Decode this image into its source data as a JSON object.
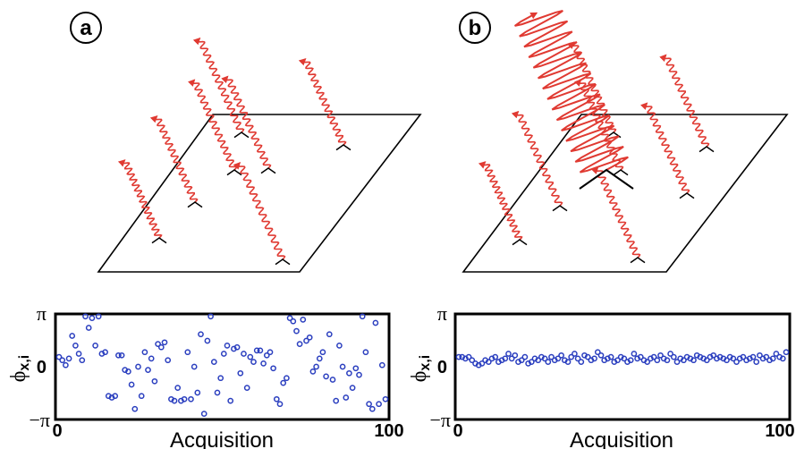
{
  "panels": [
    {
      "label": "a",
      "y_ticks": [
        "π",
        "0",
        "−π"
      ],
      "x_ticks": [
        "0",
        "100"
      ],
      "xlabel": "Acquisition",
      "ylabel": "ϕ",
      "ylabel_sub": "x,i"
    },
    {
      "label": "b",
      "y_ticks": [
        "π",
        "0",
        "−π"
      ],
      "x_ticks": [
        "0",
        "100"
      ],
      "xlabel": "Acquisition",
      "ylabel": "ϕ",
      "ylabel_sub": "x,i"
    }
  ],
  "colors": {
    "wave": "#e03a32",
    "marker": "#2b3fbf",
    "line": "#000000"
  },
  "chart_data": [
    {
      "type": "scatter",
      "xlim": [
        0,
        100
      ],
      "ylim": [
        -3.1416,
        3.1416
      ],
      "x_tick_labels": [
        "0",
        "100"
      ],
      "y_tick_labels": [
        "−π",
        "0",
        "π"
      ],
      "xlabel": "Acquisition",
      "ylabel": "ϕx,i",
      "y": [
        0.6,
        0.4,
        0.1,
        0.5,
        1.9,
        1.3,
        0.8,
        0.4,
        3.1,
        2.4,
        3.0,
        1.3,
        3.1,
        0.8,
        0.9,
        -1.8,
        -1.9,
        -1.8,
        0.7,
        0.7,
        -0.2,
        -0.3,
        -1.1,
        -2.6,
        0.0,
        -1.8,
        0.9,
        -0.2,
        0.5,
        -0.9,
        1.4,
        1.2,
        1.5,
        0.4,
        -2.0,
        -2.1,
        -1.3,
        -2.1,
        -2.0,
        0.9,
        -2.0,
        0.0,
        -1.6,
        2.0,
        -2.9,
        1.6,
        3.1,
        0.3,
        -1.6,
        -0.7,
        0.8,
        1.3,
        -2.1,
        1.1,
        1.2,
        -0.4,
        0.8,
        -1.3,
        0.6,
        0.3,
        1.0,
        1.0,
        0.2,
        0.7,
        0.9,
        -0.1,
        -2.0,
        -2.3,
        -1.0,
        -0.7,
        3.0,
        2.8,
        2.2,
        1.4,
        2.9,
        1.6,
        1.8,
        -0.3,
        0.0,
        0.5,
        0.9,
        -0.6,
        2.0,
        -0.8,
        -2.1,
        1.3,
        0.0,
        -1.9,
        -0.4,
        -1.3,
        -0.1,
        -0.5,
        3.1,
        0.9,
        -2.3,
        -2.6,
        2.7,
        -2.3,
        0.1,
        -2.0
      ]
    },
    {
      "type": "scatter",
      "xlim": [
        0,
        100
      ],
      "ylim": [
        -3.1416,
        3.1416
      ],
      "x_tick_labels": [
        "0",
        "100"
      ],
      "y_tick_labels": [
        "−π",
        "0",
        "π"
      ],
      "xlabel": "Acquisition",
      "ylabel": "ϕx,i",
      "y": [
        0.6,
        0.6,
        0.5,
        0.6,
        0.4,
        0.2,
        0.1,
        0.2,
        0.4,
        0.3,
        0.5,
        0.6,
        0.3,
        0.4,
        0.5,
        0.8,
        0.5,
        0.7,
        0.3,
        0.4,
        0.6,
        0.2,
        0.3,
        0.5,
        0.4,
        0.6,
        0.5,
        0.3,
        0.6,
        0.4,
        0.5,
        0.7,
        0.4,
        0.3,
        0.6,
        0.8,
        0.5,
        0.3,
        0.7,
        0.6,
        0.4,
        0.5,
        0.9,
        0.7,
        0.4,
        0.5,
        0.6,
        0.3,
        0.4,
        0.6,
        0.5,
        0.3,
        0.4,
        0.8,
        0.5,
        0.6,
        0.4,
        0.3,
        0.5,
        0.6,
        0.4,
        0.7,
        0.5,
        0.4,
        0.8,
        0.6,
        0.3,
        0.5,
        0.4,
        0.6,
        0.5,
        0.4,
        0.7,
        0.6,
        0.5,
        0.4,
        0.6,
        0.7,
        0.5,
        0.6,
        0.5,
        0.4,
        0.6,
        0.5,
        0.3,
        0.5,
        0.6,
        0.4,
        0.5,
        0.6,
        0.3,
        0.7,
        0.5,
        0.6,
        0.4,
        0.5,
        0.8,
        0.6,
        0.5,
        0.9
      ]
    }
  ]
}
